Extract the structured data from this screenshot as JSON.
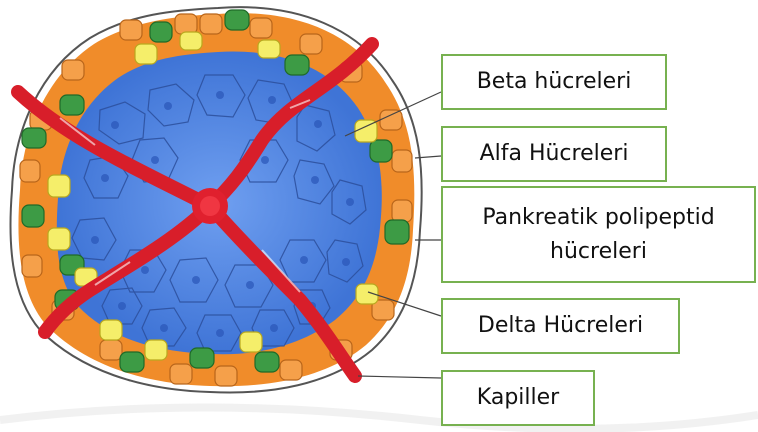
{
  "labels": {
    "beta": "Beta hücreleri",
    "alfa": "Alfa Hücreleri",
    "pankreatik": "Pankreatik polipeptid hücreleri",
    "delta": "Delta Hücreleri",
    "kapiller": "Kapiller"
  },
  "colors": {
    "beta_cell": "#4f83e0",
    "alfa_cell": "#f0922c",
    "pp_cell": "#3d9b45",
    "delta_cell": "#f5ee6a",
    "capillary": "#d81e2a",
    "label_border": "#77b150"
  }
}
